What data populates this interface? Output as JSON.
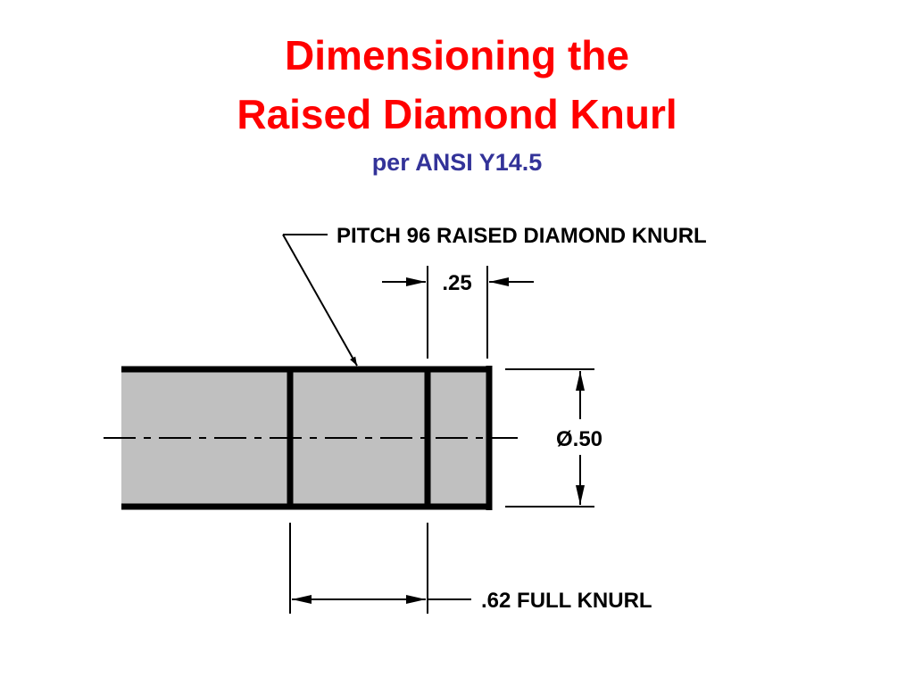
{
  "title": {
    "line1": "Dimensioning the",
    "line2": "Raised Diamond Knurl",
    "subtitle": "per ANSI Y14.5"
  },
  "labels": {
    "knurl_note": "PITCH 96 RAISED DIAMOND KNURL",
    "width_dim": ".25",
    "diameter_dim": "Ø.50",
    "length_dim": ".62 FULL KNURL"
  },
  "colors": {
    "title": "#ff0000",
    "subtitle": "#333399",
    "part_fill": "#c0c0c0",
    "lines": "#000000"
  }
}
